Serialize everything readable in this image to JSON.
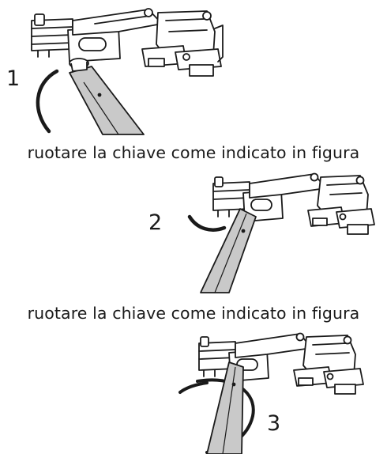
{
  "steps": [
    {
      "number": "1",
      "caption": "ruotare la chiave come indicato in figura",
      "arrow": "curved-up",
      "tool": "flat-key"
    },
    {
      "number": "2",
      "caption": "ruotare la chiave come indicato in figura",
      "arrow": "curved-left",
      "tool": "flat-key"
    },
    {
      "number": "3",
      "arrow": "circular",
      "tool": "flat-key"
    }
  ],
  "colors": {
    "line": "#1a1a1a",
    "key_fill": "#c9c9c9",
    "background": "#ffffff"
  }
}
